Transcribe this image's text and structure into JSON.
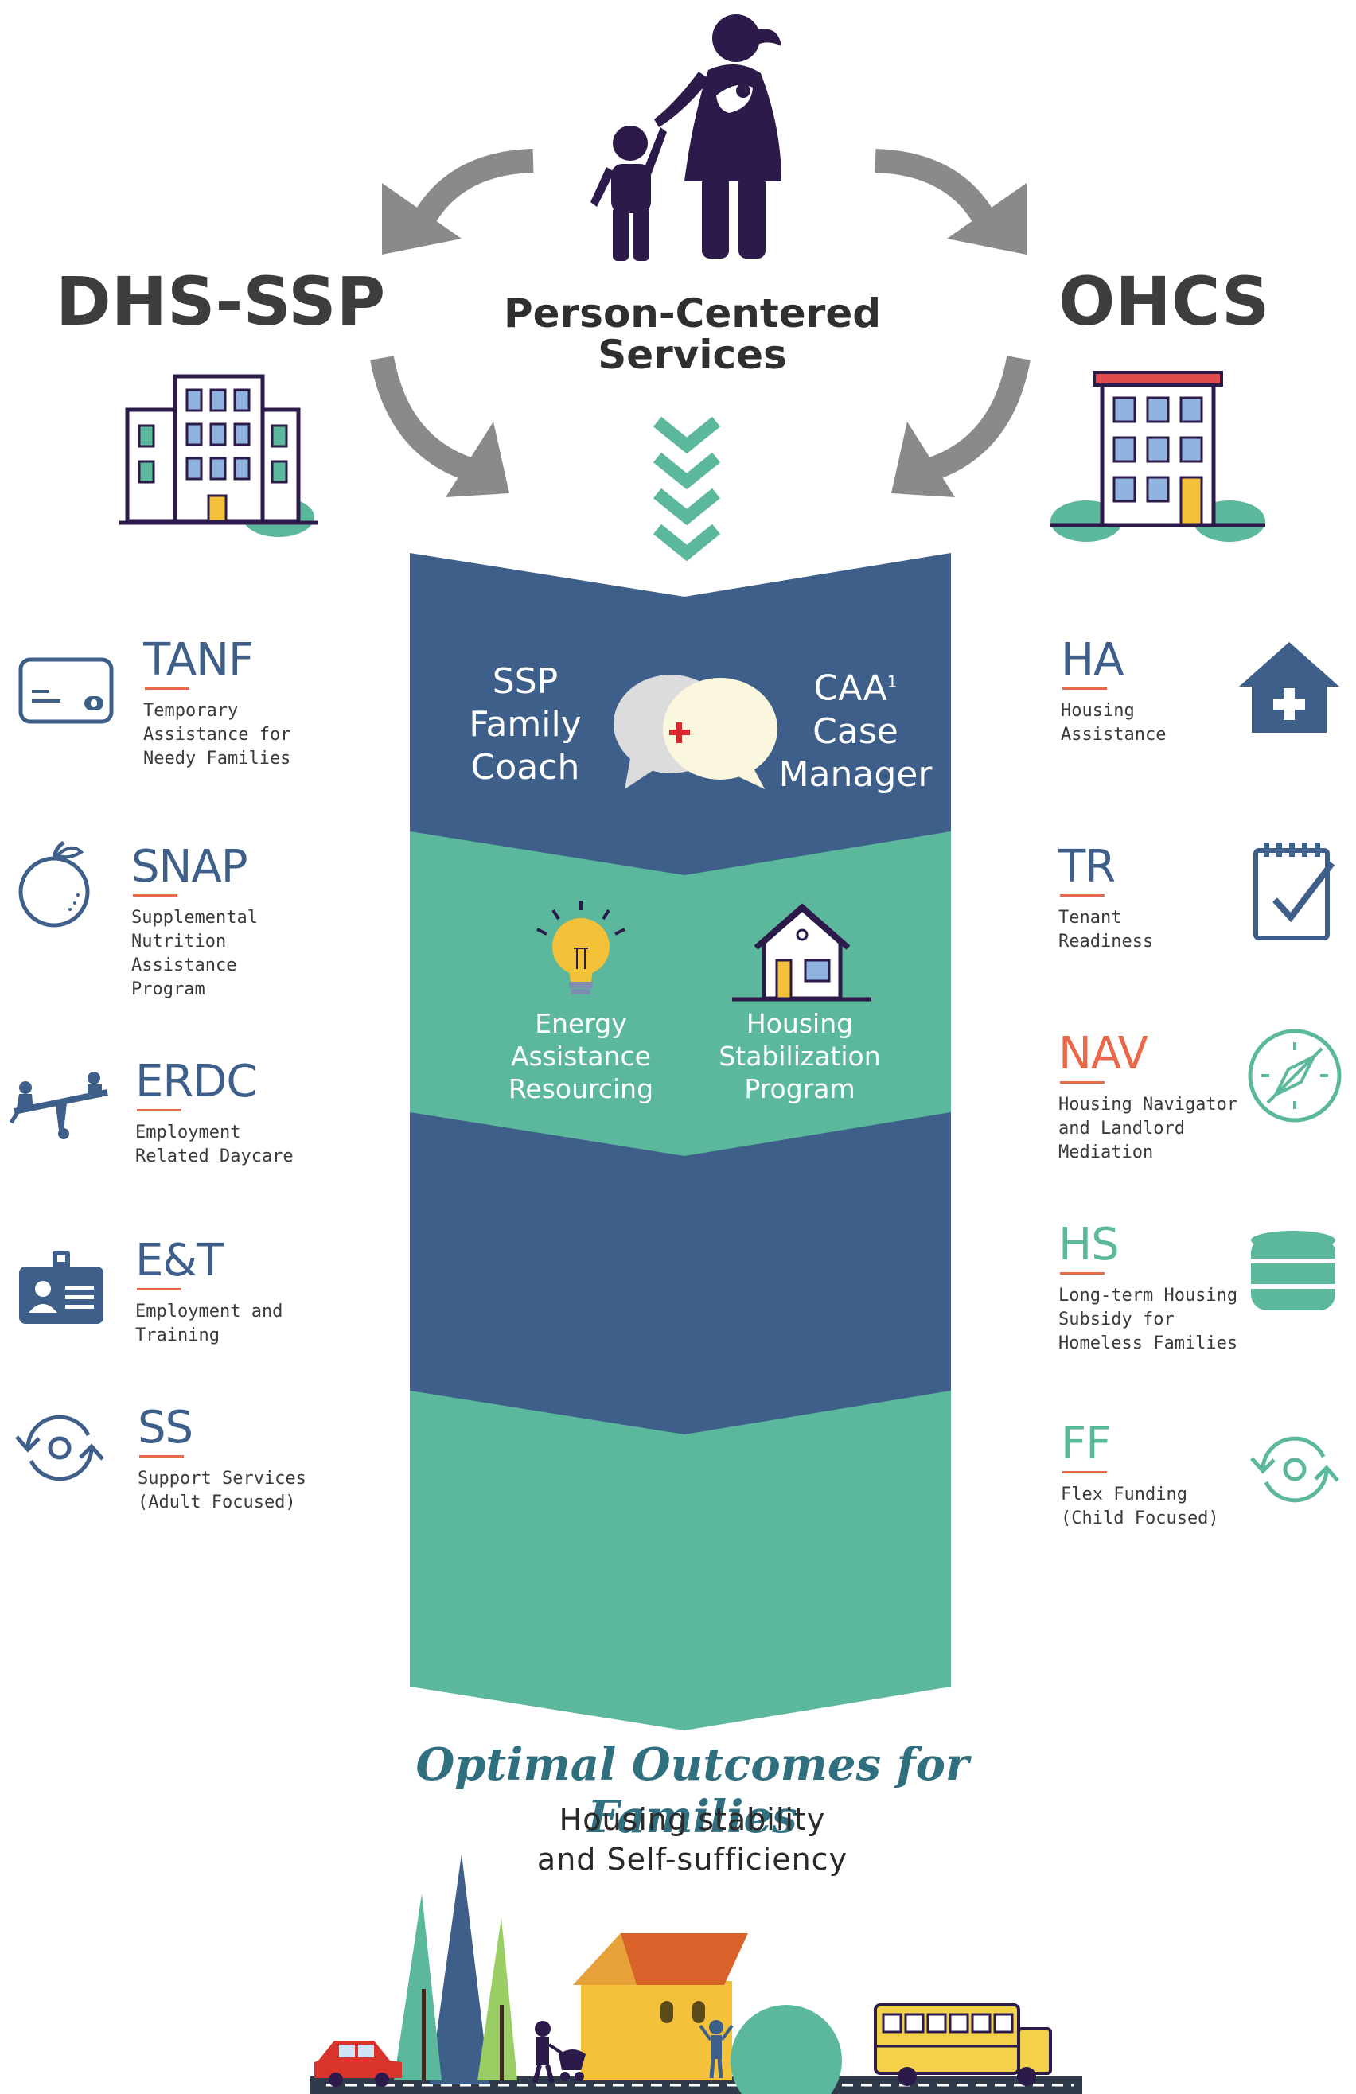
{
  "agencies": {
    "left": "DHS-SSP",
    "right": "OHCS"
  },
  "center": {
    "title_line1": "Person-Centered",
    "title_line2": "Services"
  },
  "chevron1": {
    "left_line1": "SSP",
    "left_line2": "Family",
    "left_line3": "Coach",
    "right_line1": "CAA",
    "right_sup": "1",
    "right_line2": "Case",
    "right_line3": "Manager"
  },
  "chevron2": {
    "left_line1": "Energy",
    "left_line2": "Assistance",
    "left_line3": "Resourcing",
    "right_line1": "Housing",
    "right_line2": "Stabilization",
    "right_line3": "Program"
  },
  "left_programs": [
    {
      "abbr": "TANF",
      "desc": "Temporary\nAssistance for\nNeedy Families",
      "icon": "card-icon"
    },
    {
      "abbr": "SNAP",
      "desc": "Supplemental\nNutrition\nAssistance\nProgram",
      "icon": "orange-icon"
    },
    {
      "abbr": "ERDC",
      "desc": "Employment\nRelated Daycare",
      "icon": "seesaw-icon"
    },
    {
      "abbr": "E&T",
      "desc": "Employment and\nTraining",
      "icon": "id-badge-icon"
    },
    {
      "abbr": "SS",
      "desc": "Support Services\n(Adult Focused)",
      "icon": "cycle-icon"
    }
  ],
  "right_programs": [
    {
      "abbr": "HA",
      "desc": "Housing\nAssistance",
      "icon": "house-plus-icon"
    },
    {
      "abbr": "TR",
      "desc": "Tenant\nReadiness",
      "icon": "checklist-icon"
    },
    {
      "abbr": "NAV",
      "desc": "Housing Navigator\nand Landlord\nMediation",
      "icon": "compass-icon"
    },
    {
      "abbr": "HS",
      "desc": "Long-term Housing\nSubsidy for\nHomeless Families",
      "icon": "database-icon"
    },
    {
      "abbr": "FF",
      "desc": "Flex Funding\n(Child Focused)",
      "icon": "cycle-icon"
    }
  ],
  "outcome": {
    "title": "Optimal Outcomes for Families",
    "line1": "Housing stability",
    "line2": "and Self-sufficiency"
  },
  "colors": {
    "navy": "#3e5f8a",
    "teal": "#5bb89c",
    "purple": "#2c1a4a",
    "gray_arrow": "#8a8a8a",
    "accent_line": "#e8694a"
  }
}
